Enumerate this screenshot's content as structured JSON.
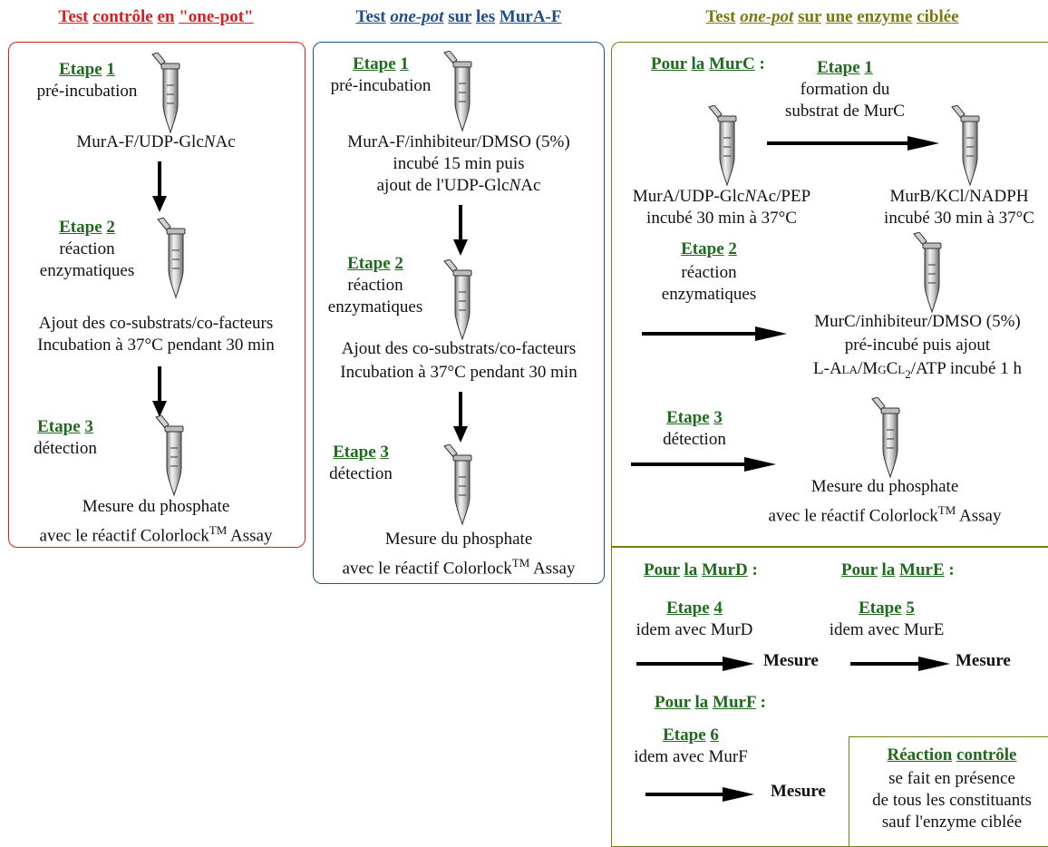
{
  "headers": {
    "left": [
      "Test",
      "contrôle",
      "en",
      "\"one-pot\""
    ],
    "middle": [
      "Test",
      "one-pot",
      "sur",
      "les",
      "MurA-F"
    ],
    "right": [
      "Test",
      "one-pot",
      "sur",
      "une",
      "enzyme",
      "ciblée"
    ]
  },
  "colors": {
    "left": "#d42020",
    "middle": "#1f4e8c",
    "right": "#7a7a10",
    "step": "#1e6b1e"
  },
  "left": {
    "step1": [
      "Etape",
      "1"
    ],
    "step1_desc": "pré-incubation",
    "mix": "MurA-F/UDP-GlcNAc",
    "step2": [
      "Etape",
      "2"
    ],
    "step2_desc": [
      "réaction",
      "enzymatiques"
    ],
    "add": [
      "Ajout des co-substrats/co-facteurs",
      "Incubation à 37°C pendant 30 min"
    ],
    "step3": [
      "Etape",
      "3"
    ],
    "step3_desc": "détection",
    "measure": [
      "Mesure du phosphate",
      "avec le réactif Colorlock",
      "TM",
      " Assay"
    ]
  },
  "middle": {
    "step1": [
      "Etape",
      "1"
    ],
    "step1_desc": "pré-incubation",
    "mix": [
      "MurA-F/inhibiteur/DMSO (5%)",
      "incubé 15 min puis",
      "ajout de l'UDP-GlcNAc"
    ],
    "step2": [
      "Etape",
      "2"
    ],
    "step2_desc": [
      "réaction",
      "enzymatiques"
    ],
    "add": [
      "Ajout des co-substrats/co-facteurs",
      "Incubation à 37°C pendant 30 min"
    ],
    "step3": [
      "Etape",
      "3"
    ],
    "step3_desc": "détection",
    "measure": [
      "Mesure du phosphate",
      "avec le réactif Colorlock",
      "TM",
      " Assay"
    ]
  },
  "right": {
    "murc_title": [
      "Pour",
      "la",
      "MurC",
      " :"
    ],
    "step1": [
      "Etape",
      "1"
    ],
    "step1_desc": [
      "formation du",
      "substrat de MurC"
    ],
    "tube_a": [
      "MurA/UDP-GlcNAc/PEP",
      "incubé 30 min à 37°C"
    ],
    "tube_b": [
      "MurB/KCl/NADPH",
      "incubé 30 min à 37°C"
    ],
    "step2": [
      "Etape",
      "2"
    ],
    "step2_desc": [
      "réaction",
      "enzymatiques"
    ],
    "murc_mix": [
      "MurC/inhibiteur/DMSO (5%)",
      "pré-incubé puis ajout",
      "L-Ala/MgCl",
      "2",
      "/ATP  incubé 1 h"
    ],
    "step3": [
      "Etape",
      "3"
    ],
    "step3_desc": "détection",
    "measure": [
      "Mesure du phosphate",
      "avec le réactif Colorlock",
      "TM",
      " Assay"
    ],
    "murd_title": [
      "Pour",
      "la",
      "MurD",
      " :"
    ],
    "mure_title": [
      "Pour",
      "la",
      "MurE",
      " :"
    ],
    "step4": [
      "Etape",
      "4"
    ],
    "step4_desc": "idem avec MurD",
    "step5": [
      "Etape",
      "5"
    ],
    "step5_desc": "idem avec MurE",
    "murf_title": [
      "Pour",
      "la",
      "MurF",
      " :"
    ],
    "step6": [
      "Etape",
      "6"
    ],
    "step6_desc": "idem avec MurF",
    "mesure_label": "Mesure",
    "control": [
      "Réaction",
      "contrôle",
      "se fait en présence",
      "de tous les constituants",
      "sauf l'enzyme ciblée"
    ]
  }
}
